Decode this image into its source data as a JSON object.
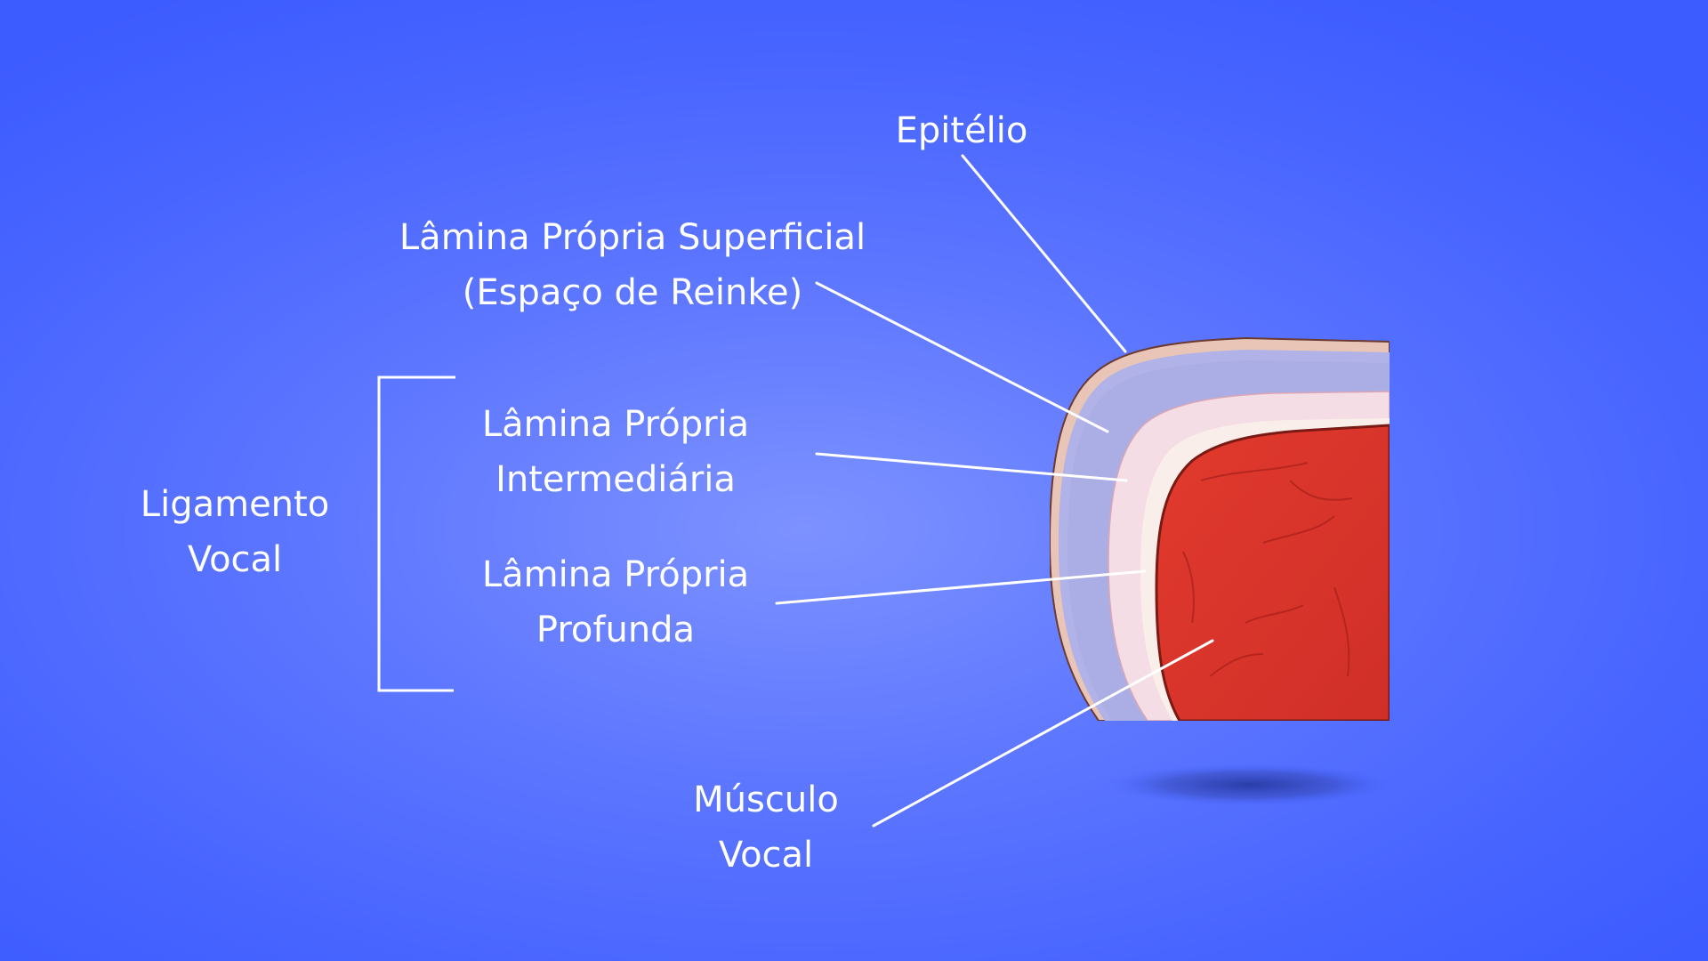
{
  "labels": {
    "epitelio": "Epitélio",
    "superficial_line1": "Lâmina Própria Superficial",
    "superficial_line2": "(Espaço de Reinke)",
    "intermediaria_line1": "Lâmina Própria",
    "intermediaria_line2": "Intermediária",
    "profunda_line1": "Lâmina Própria",
    "profunda_line2": "Profunda",
    "ligamento_line1": "Ligamento",
    "ligamento_line2": "Vocal",
    "musculo_line1": "Músculo",
    "musculo_line2": "Vocal"
  },
  "colors": {
    "background": "#4865ff",
    "label_text": "#ffffff",
    "leader_lines": "#ffffff",
    "epithelium": "#e6c0b4",
    "superficial_layer": "#aeb0e6",
    "intermediate_layer": "#f4dde4",
    "deep_layer": "#f8ece8",
    "muscle": "#d8352c"
  }
}
